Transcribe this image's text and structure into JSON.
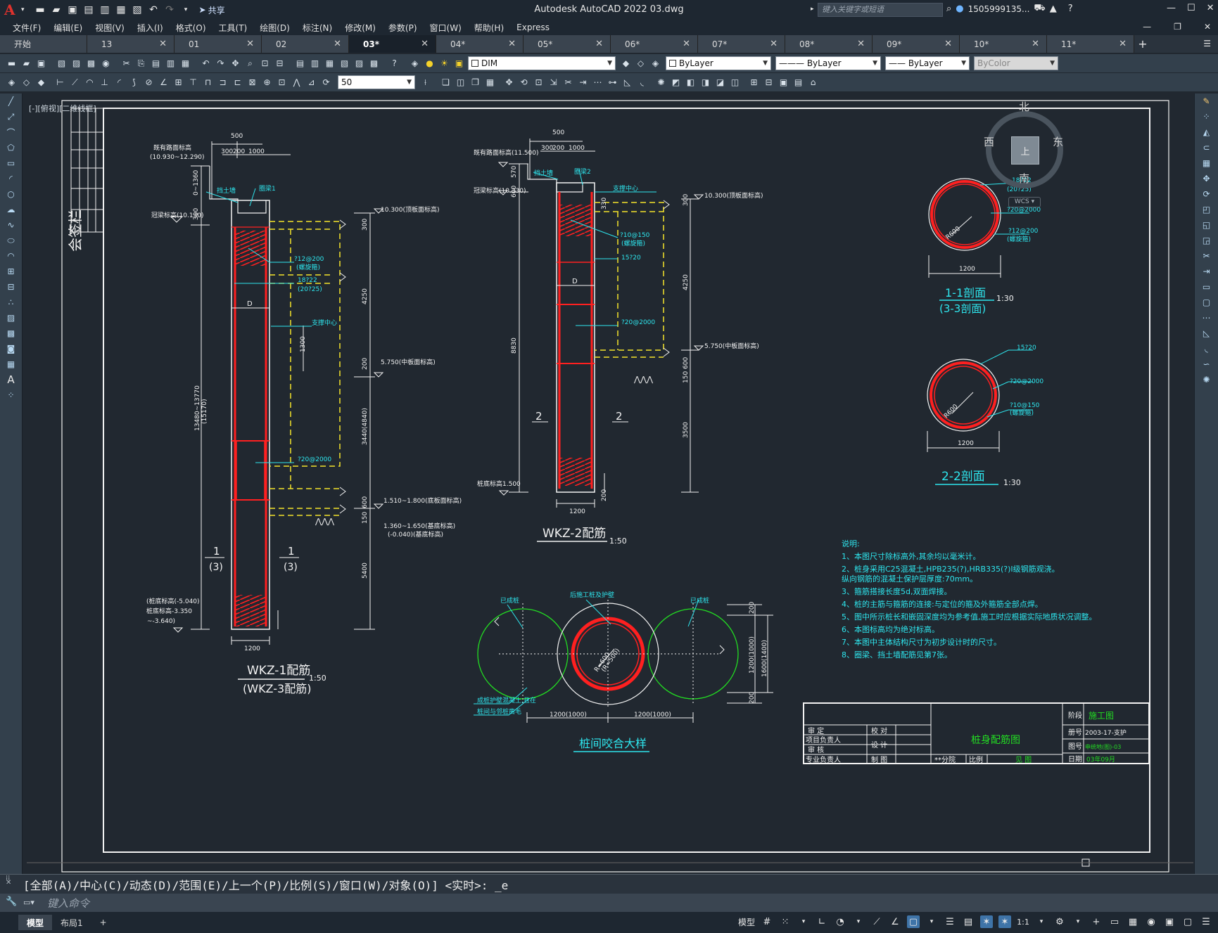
{
  "app": {
    "title": "Autodesk AutoCAD 2022    03.dwg",
    "share_label": "共享",
    "search_placeholder": "键入关键字或短语",
    "user": "1505999135..."
  },
  "menu": [
    "文件(F)",
    "编辑(E)",
    "视图(V)",
    "插入(I)",
    "格式(O)",
    "工具(T)",
    "绘图(D)",
    "标注(N)",
    "修改(M)",
    "参数(P)",
    "窗口(W)",
    "帮助(H)",
    "Express"
  ],
  "tabs": [
    {
      "label": "开始",
      "active": false
    },
    {
      "label": "13",
      "active": false
    },
    {
      "label": "01",
      "active": false
    },
    {
      "label": "02",
      "active": false
    },
    {
      "label": "03*",
      "active": true
    },
    {
      "label": "04*",
      "active": false
    },
    {
      "label": "05*",
      "active": false
    },
    {
      "label": "06*",
      "active": false
    },
    {
      "label": "07*",
      "active": false
    },
    {
      "label": "08*",
      "active": false
    },
    {
      "label": "09*",
      "active": false
    },
    {
      "label": "10*",
      "active": false
    },
    {
      "label": "11*",
      "active": false
    }
  ],
  "toolbar": {
    "layer": "DIM",
    "color": "ByLayer",
    "linetype": "ByLayer",
    "lineweight": "ByLayer",
    "plotstyle": "ByColor",
    "dimscale": "50"
  },
  "view_label": "[-][俯视][二维线框]",
  "viewcube": {
    "north": "北",
    "south": "南",
    "east": "东",
    "west": "西",
    "top": "上",
    "wcs": "WCS"
  },
  "drawing": {
    "sign_column": "会签栏",
    "wkz1": {
      "title": "WKZ-1配筋",
      "subtitle": "(WKZ-3配筋)",
      "scale": "1:50",
      "dims": {
        "d500": "500",
        "d300": "300",
        "d200": "200",
        "d1000": "1000",
        "d1200": "1200",
        "d1360": "0~1360",
        "d300b": "300"
      },
      "labels": {
        "top_elev": "既有路面标高",
        "top_elev_val": "(10.930~12.290)",
        "slab": "冠梁标高(10.130)",
        "wall": "挡土墙",
        "beam": "圈梁1",
        "r1": "?12@200",
        "r1b": "(螺旋箍)",
        "r2": "18?22",
        "r2b": "(20?25)",
        "support": "支撑中心",
        "r3": "?20@2000",
        "d_label": "D",
        "e1": "10.300(顶板面标高)",
        "e2": "5.750(中板面标高)",
        "e3": "1.510~1.800(底板面标高)",
        "e4": "1.360~1.650(基底标高)",
        "e4b": "(-0.040)(基底标高)",
        "bottom1": "(桩底标高(-5.040)",
        "bottom2": "桩底标高-3.350",
        "bottom3": "~-3.640)",
        "left_len": "13480~13770",
        "left_len2": "(15170)",
        "h4250": "4250",
        "h1300": "1300",
        "h3440": "3440(4840)",
        "h5400": "5400",
        "h600": "600",
        "h150": "150",
        "h200": "200",
        "h300": "300",
        "sec_num": "1",
        "sec_ref": "(3)"
      }
    },
    "wkz2": {
      "title": "WKZ-2配筋",
      "scale": "1:50",
      "labels": {
        "top_elev": "既有路面标高(11.500)",
        "slab": "冠梁标高(10.330)",
        "wall": "挡土墙",
        "beam": "圈梁2",
        "support": "支撑中心",
        "r1": "?10@150",
        "r1b": "(螺旋箍)",
        "r2": "15?20",
        "r3": "?20@2000",
        "d_label": "D",
        "e1": "10.300(顶板面标高)",
        "e2": "5.750(中板面标高)",
        "bottom": "桩底标高1.500",
        "h8830": "8830",
        "h4250": "4250",
        "h3500": "3500",
        "h600": "600",
        "h570": "570",
        "h150": "150",
        "h200": "200",
        "h330": "330",
        "h300": "300",
        "d500": "500",
        "d300": "300",
        "d200": "200",
        "d1000": "1000",
        "d1200": "1200",
        "sec_num": "2"
      }
    },
    "sec11": {
      "title": "1-1剖面",
      "subtitle": "(3-3剖面)",
      "scale": "1:30",
      "r": "R600",
      "w": "1200",
      "l1": "18?22",
      "l2": "(20?25)",
      "l3": "?20@2000",
      "l4": "?12@200",
      "l5": "(螺旋箍)"
    },
    "sec22": {
      "title": "2-2剖面",
      "scale": "1:30",
      "r": "R600",
      "w": "1200",
      "l1": "15?20",
      "l2": "?20@2000",
      "l3": "?10@150",
      "l4": "(螺旋箍)"
    },
    "detail": {
      "title": "桩间咬合大样",
      "l1": "已成桩",
      "l2": "后施工桩及护壁",
      "l3": "已成桩",
      "l4": "成桩护壁混凝土,且在",
      "l5": "桩间与邻桩凿毛",
      "r": "R=600",
      "r2": "(R=500)",
      "w1": "1200(1000)",
      "w2": "1200(1000)",
      "h1": "1200(1000)",
      "h2": "1600(1400)",
      "h3": "200",
      "h4": "200"
    },
    "notes": [
      "说明:",
      "1、本图尺寸除标高外,其余均以毫米计。",
      "2、桩身采用C25混凝土,HPB235(?),HRB335(?)I级钢筋观浇。",
      "   纵向钢筋的混凝土保护层厚度:70mm。",
      "3、箍筋搭接长度5d,双面焊接。",
      "4、桩的主筋与箍筋的连接:与定位的箍及外箍筋全部点焊。",
      "5、图中所示桩长和嵌固深度均为参考值,施工时应根据实际地质状况调整。",
      "6、本图标高均为绝对标高。",
      "7、本图中主体结构尺寸为初步设计时的尺寸。",
      "8、圈梁、挡土墙配筋见第7张。"
    ],
    "titleblock": {
      "stage_label": "阶段",
      "stage": "施工图",
      "no_label": "册号",
      "no": "2003-17-支护",
      "fig_label": "图号",
      "fig": "申统地(图)-03",
      "date_label": "日期",
      "date": "03年09月",
      "sheet_title": "桩身配筋图",
      "r1": "审  定",
      "r2": "项目负责人",
      "r3": "审  核",
      "r4": "专业负责人",
      "c1": "校  对",
      "c2": "设  计",
      "c3": "制  图",
      "div": "**分院",
      "scale_label": "比例",
      "scale": "见  图"
    }
  },
  "command": {
    "history": "[全部(A)/中心(C)/动态(D)/范围(E)/上一个(P)/比例(S)/窗口(W)/对象(O)] <实时>: _e",
    "placeholder": "键入命令"
  },
  "status": {
    "layout_tabs": [
      "模型",
      "布局1"
    ],
    "model_label": "模型",
    "scale": "1:1"
  },
  "colors": {
    "red": "#ff2020",
    "cyan": "#2ee6ee",
    "yellow": "#f5e42a",
    "green": "#22dd22",
    "white": "#f2f2f2",
    "bg": "#212830"
  }
}
